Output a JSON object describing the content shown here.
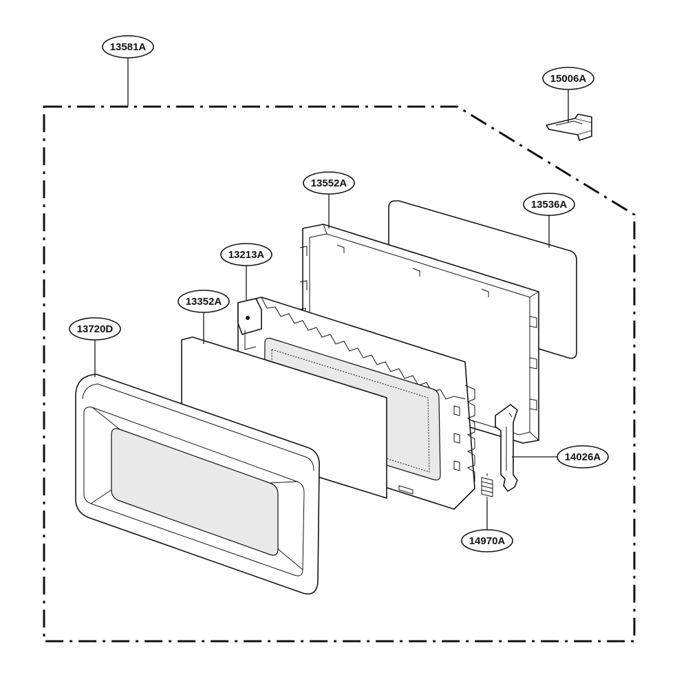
{
  "diagram": {
    "callouts": [
      {
        "id": "c13581",
        "label": "13581A"
      },
      {
        "id": "c15006",
        "label": "15006A"
      },
      {
        "id": "c13552",
        "label": "13552A"
      },
      {
        "id": "c13536",
        "label": "13536A"
      },
      {
        "id": "c13213",
        "label": "13213A"
      },
      {
        "id": "c13352",
        "label": "13352A"
      },
      {
        "id": "c13720",
        "label": "13720D"
      },
      {
        "id": "c14026",
        "label": "14026A"
      },
      {
        "id": "c14970",
        "label": "14970A"
      }
    ]
  }
}
